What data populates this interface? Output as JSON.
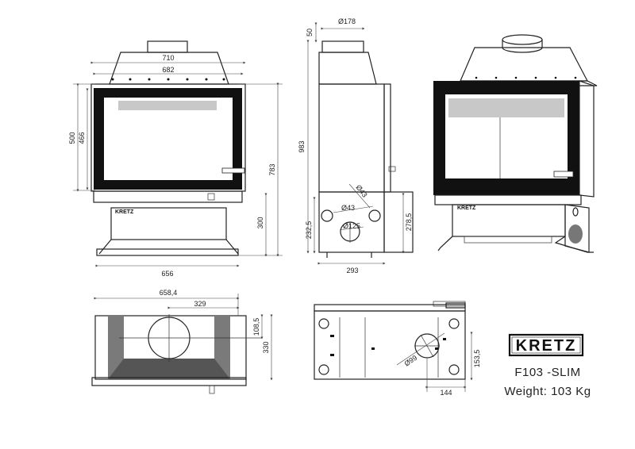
{
  "brand": {
    "logo": "KRETZ"
  },
  "product": {
    "model": "F103 -SLIM",
    "weight": "Weight: 103 Kg"
  },
  "front_view": {
    "w_top": "710",
    "w_inner": "682",
    "w_base": "656",
    "h_outer": "500",
    "h_inner": "466",
    "h_total": "783",
    "h_legs": "300"
  },
  "side_view": {
    "flue_dia": "Ø178",
    "flue_h": "50",
    "h_total": "983",
    "dia_a": "Ø43",
    "dia_b": "Ø43",
    "dia_c": "Ø125",
    "h_a": "232,5",
    "h_b": "278,5",
    "depth": "293"
  },
  "top_view": {
    "width": "658,4",
    "half": "329",
    "depth": "330",
    "offset": "108,5"
  },
  "bottom_view": {
    "dia": "Ø99",
    "h": "153,5",
    "w": "144"
  }
}
